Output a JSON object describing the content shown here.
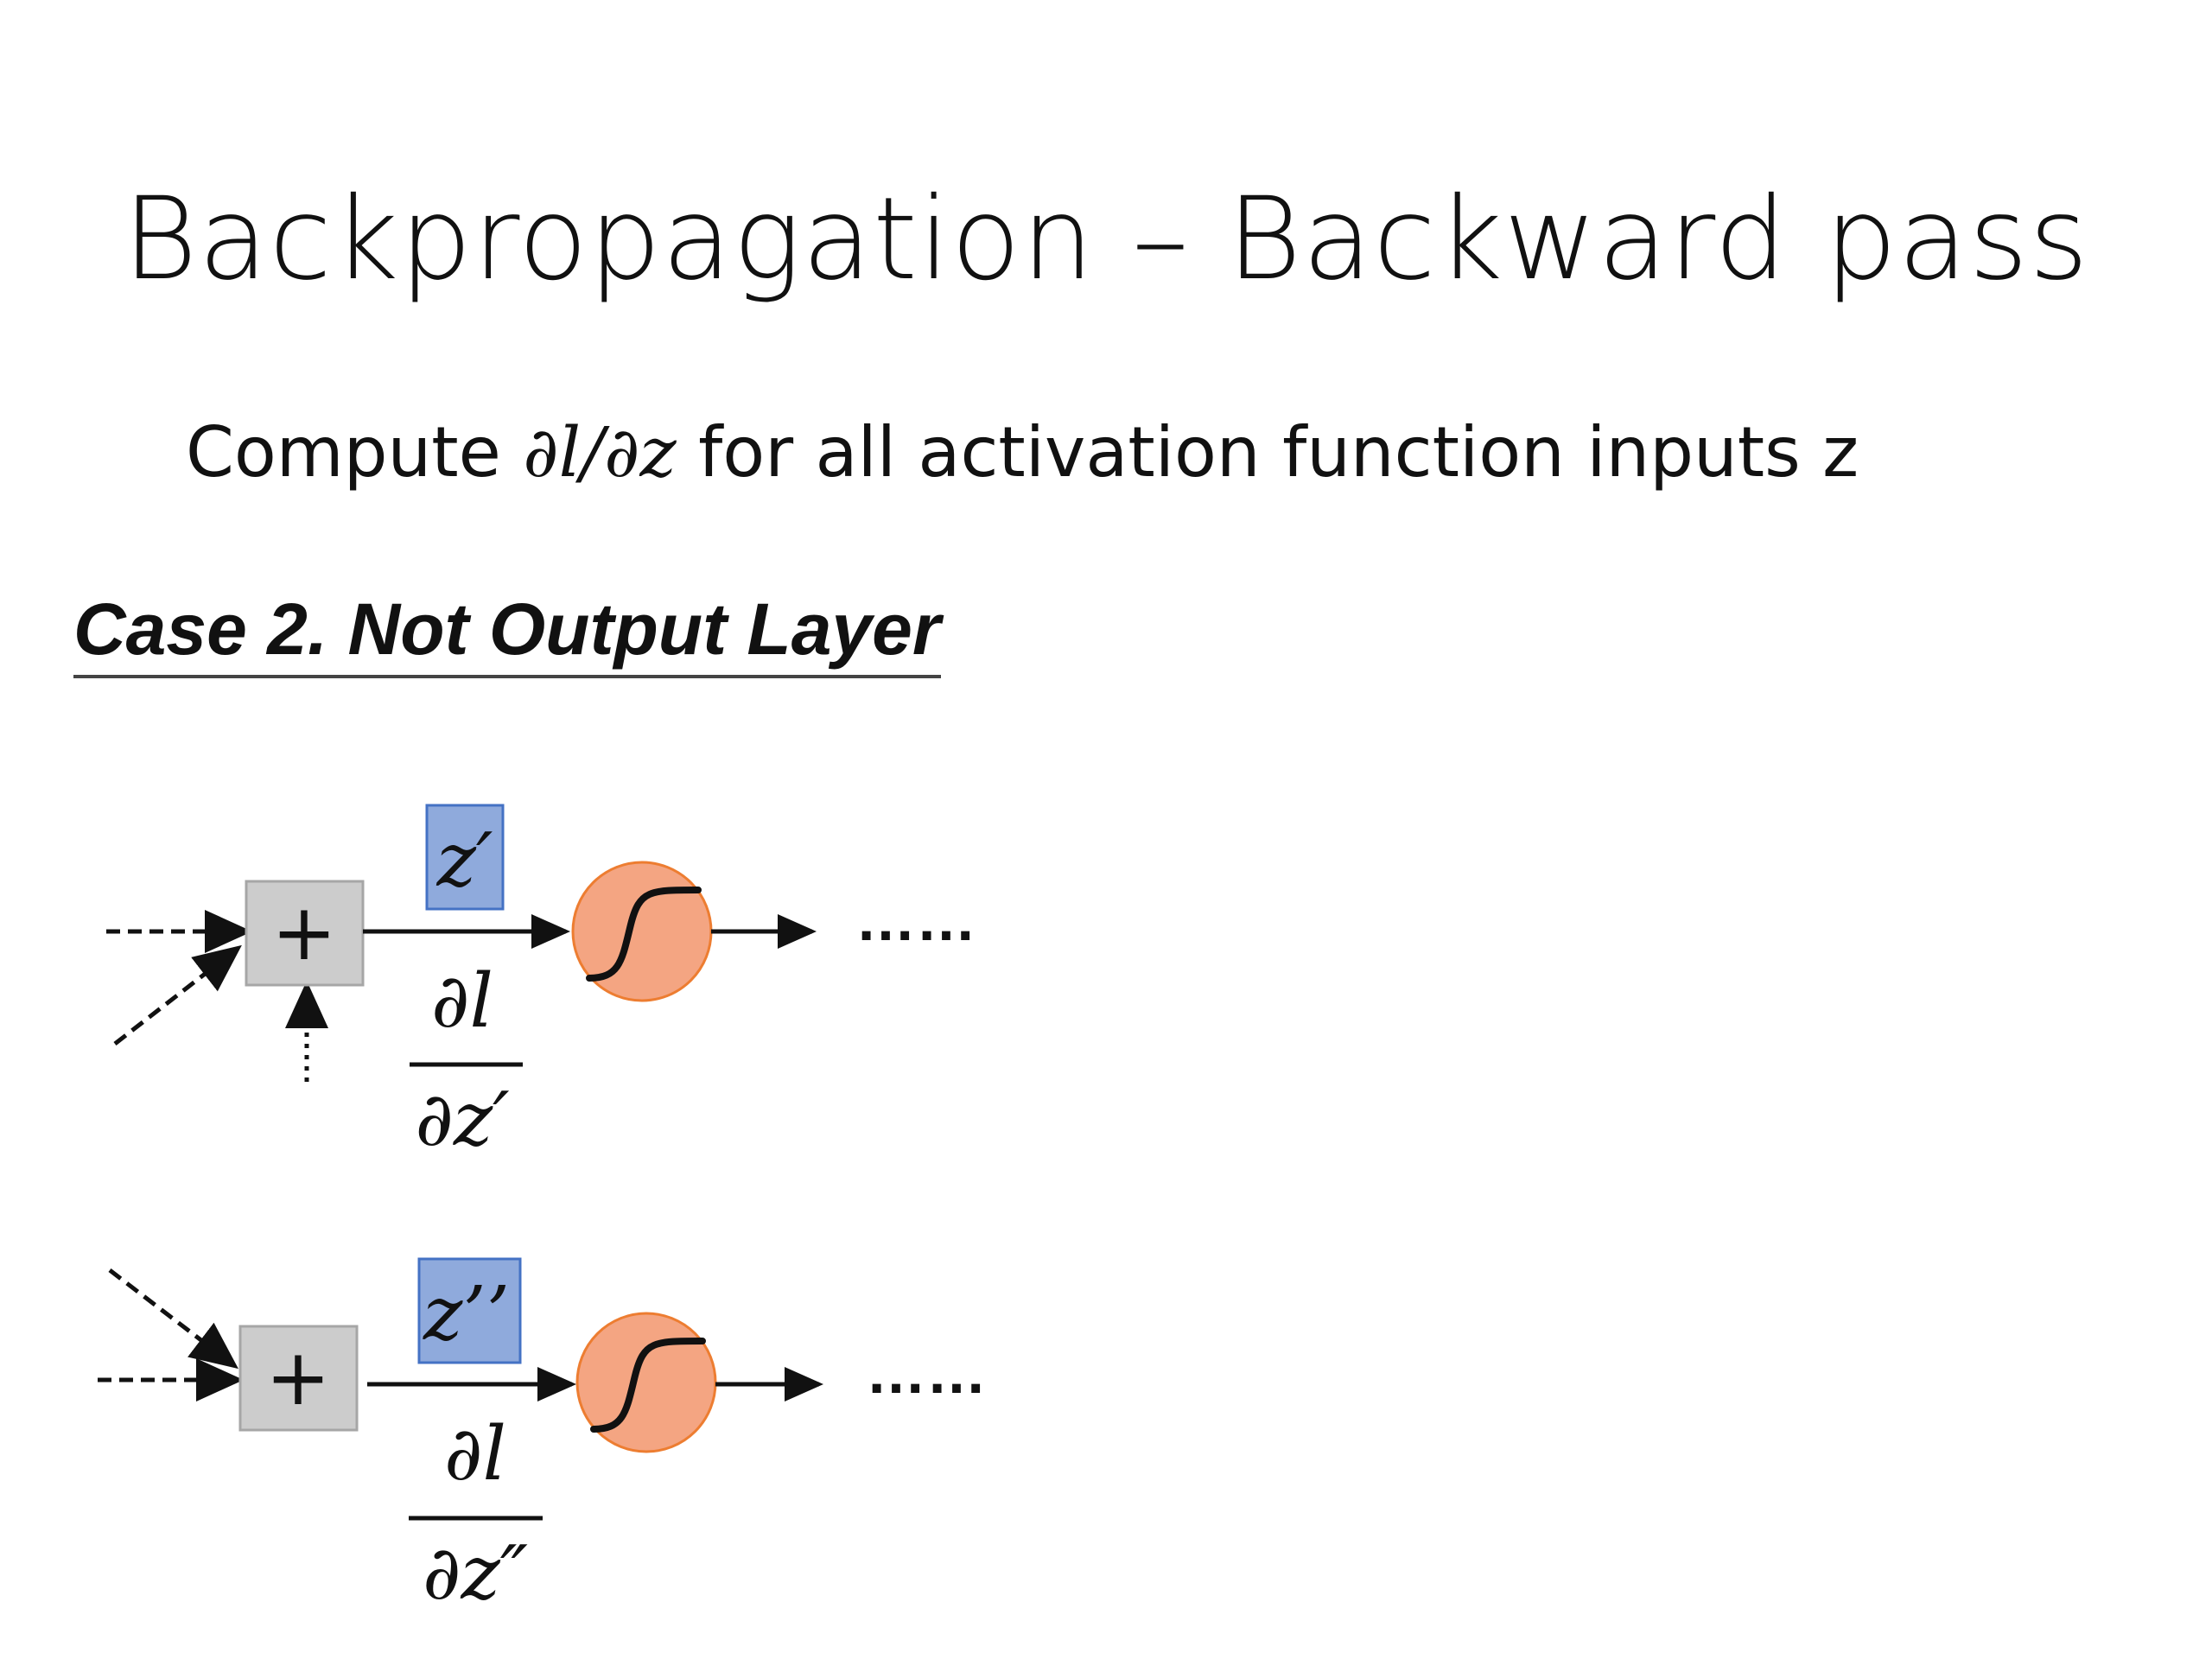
{
  "slide": {
    "title": "Backpropagation – Backward pass",
    "subtitle_prefix": "Compute ",
    "subtitle_math": "∂l/∂z",
    "subtitle_suffix": " for all activation function inputs z",
    "case_heading": "Case 2. Not Output Layer"
  },
  "diagram": {
    "upper": {
      "sum_symbol": "+",
      "z_label": "z′",
      "grad_numerator": "∂l",
      "grad_denominator": "∂z′",
      "continuation": "……"
    },
    "lower": {
      "sum_symbol": "+",
      "z_label": "z’’",
      "grad_numerator": "∂l",
      "grad_denominator": "∂z″",
      "continuation": "……"
    },
    "colors": {
      "sum_box_fill": "#cccccc",
      "sum_box_stroke": "#a6a6a6",
      "z_box_fill": "#8faadc",
      "z_box_stroke": "#4472c4",
      "activation_fill": "#f4a582",
      "activation_stroke": "#ed7d31"
    },
    "icons": [
      "sum-node-icon",
      "sigmoid-activation-icon",
      "arrow-icon"
    ]
  }
}
